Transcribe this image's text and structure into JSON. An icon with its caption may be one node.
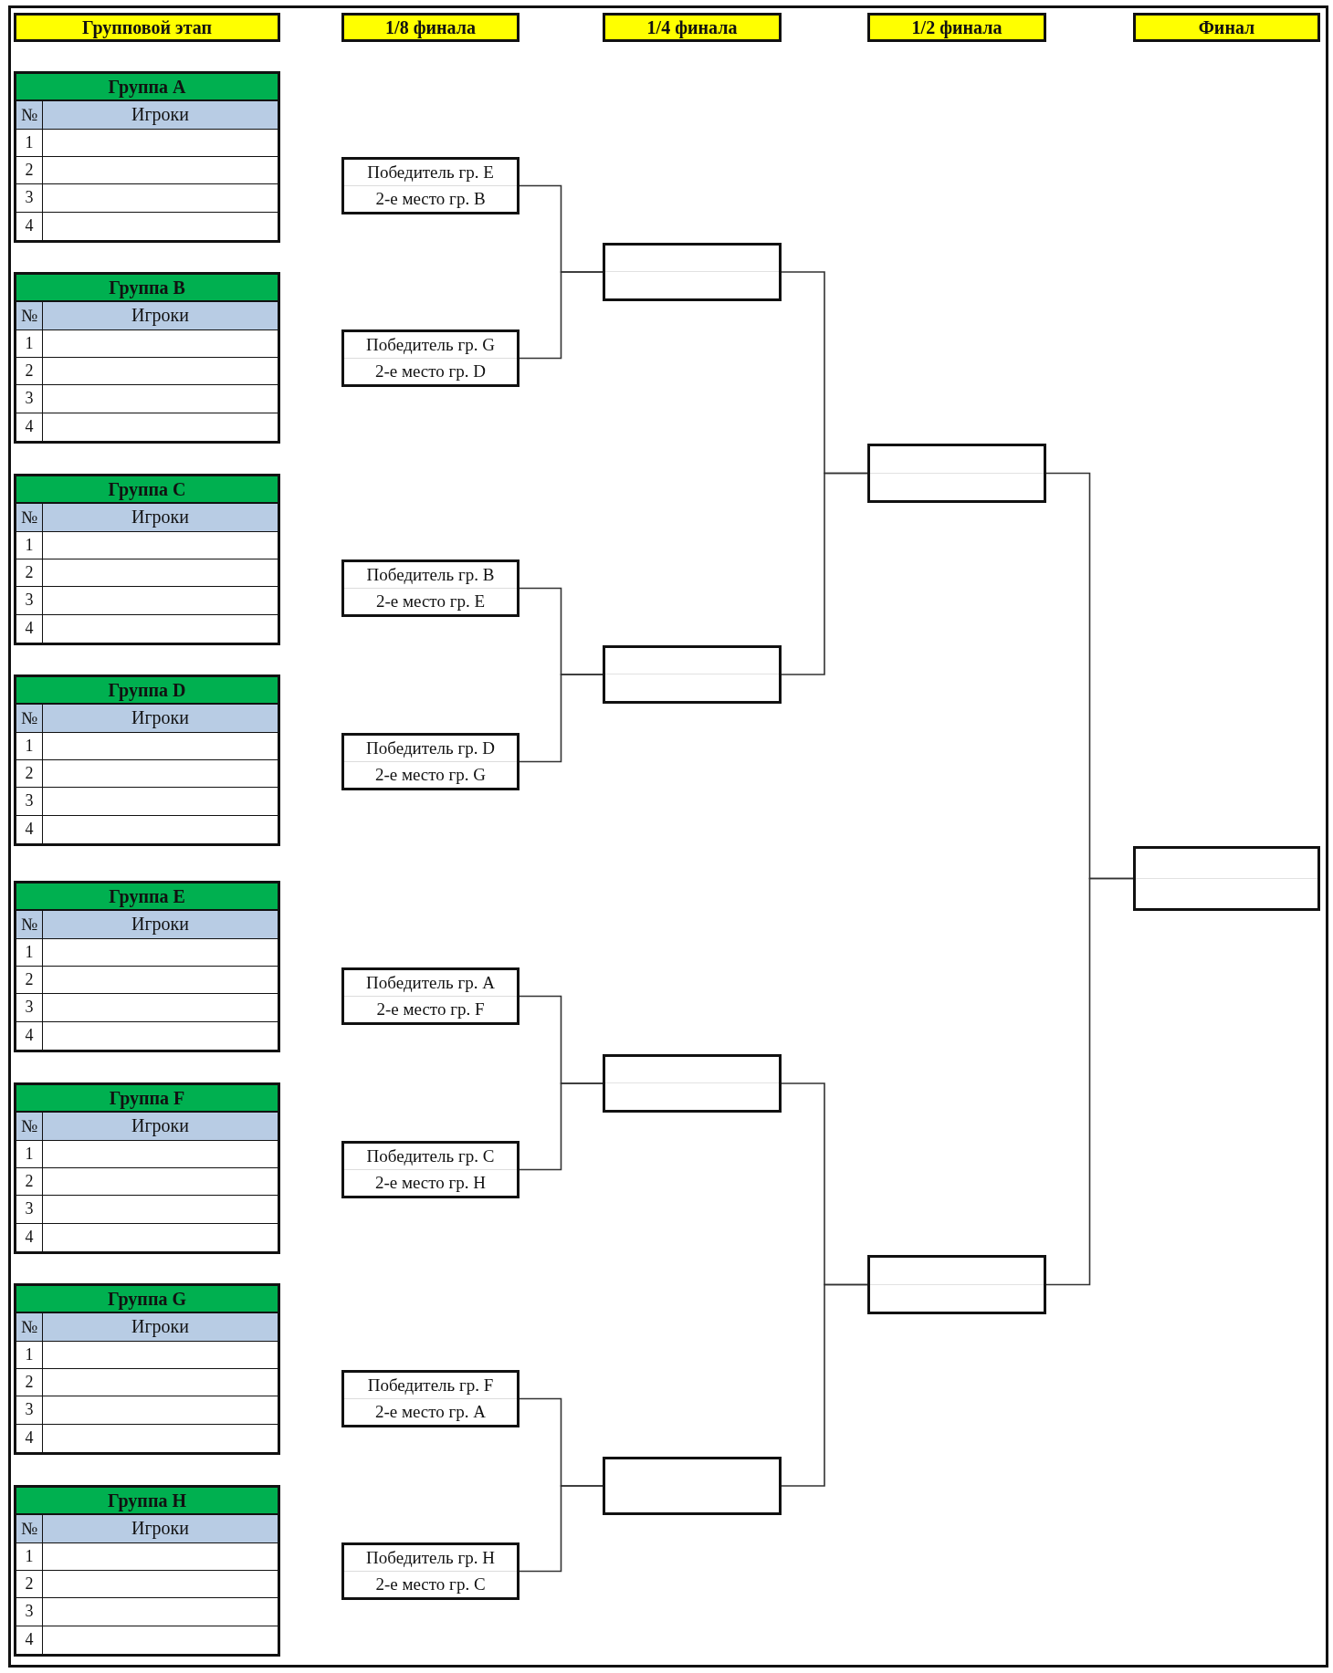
{
  "diagram": {
    "nodes": [
      {
        "text": [
          "Групповой этап"
        ]
      },
      {
        "text": [
          "1/8 финала"
        ]
      },
      {
        "text": [
          "1/4 финала"
        ]
      },
      {
        "text": [
          "1/2 финала"
        ]
      },
      {
        "text": [
          "Финал"
        ]
      },
      {
        "text": [
          "Группа A",
          "№",
          "Игроки",
          "1",
          "2",
          "3",
          "4"
        ]
      },
      {
        "text": [
          "Группа B",
          "№",
          "Игроки",
          "1",
          "2",
          "3",
          "4"
        ]
      },
      {
        "text": [
          "Группа C",
          "№",
          "Игроки",
          "1",
          "2",
          "3",
          "4"
        ]
      },
      {
        "text": [
          "Группа D",
          "№",
          "Игроки",
          "1",
          "2",
          "3",
          "4"
        ]
      },
      {
        "text": [
          "Группа E",
          "№",
          "Игроки",
          "1",
          "2",
          "3",
          "4"
        ]
      },
      {
        "text": [
          "Группа F",
          "№",
          "Игроки",
          "1",
          "2",
          "3",
          "4"
        ]
      },
      {
        "text": [
          "Группа G",
          "№",
          "Игроки",
          "1",
          "2",
          "3",
          "4"
        ]
      },
      {
        "text": [
          "Группа H",
          "№",
          "Игроки",
          "1",
          "2",
          "3",
          "4"
        ]
      },
      {
        "text": [
          "Победитель гр. E",
          "2-е место гр. B"
        ]
      },
      {
        "text": [
          "Победитель гр. G",
          "2-е место гр. D"
        ]
      },
      {
        "text": [
          "Победитель гр. B",
          "2-е место гр. E"
        ]
      },
      {
        "text": [
          "Победитель гр. D",
          "2-е место гр. G"
        ]
      },
      {
        "text": [
          "Победитель гр. A",
          "2-е место гр. F"
        ]
      },
      {
        "text": [
          "Победитель гр. C",
          "2-е место гр. H"
        ]
      },
      {
        "text": [
          "Победитель гр. F",
          "2-е место гр. A"
        ]
      },
      {
        "text": [
          "Победитель гр. H",
          "2-е место гр. C"
        ]
      },
      {
        "text": [],
        "shape": "box"
      },
      {
        "text": [],
        "shape": "box"
      },
      {
        "text": [],
        "shape": "box"
      },
      {
        "text": [],
        "shape": "box"
      },
      {
        "text": [],
        "shape": "box"
      },
      {
        "text": [],
        "shape": "box"
      },
      {
        "text": [],
        "shape": "box"
      }
    ],
    "edges": [
      {
        "from": 13,
        "to": 21,
        "arrow": "none"
      },
      {
        "from": 14,
        "to": 21,
        "arrow": "none"
      },
      {
        "from": 15,
        "to": 22,
        "arrow": "none"
      },
      {
        "from": 16,
        "to": 22,
        "arrow": "none"
      },
      {
        "from": 17,
        "to": 23,
        "arrow": "none"
      },
      {
        "from": 18,
        "to": 23,
        "arrow": "none"
      },
      {
        "from": 19,
        "to": 24,
        "arrow": "none"
      },
      {
        "from": 20,
        "to": 24,
        "arrow": "none"
      },
      {
        "from": 21,
        "to": 25,
        "arrow": "none"
      },
      {
        "from": 22,
        "to": 25,
        "arrow": "none"
      },
      {
        "from": 23,
        "to": 26,
        "arrow": "none"
      },
      {
        "from": 24,
        "to": 26,
        "arrow": "none"
      },
      {
        "from": 25,
        "to": 27,
        "arrow": "none"
      },
      {
        "from": 26,
        "to": 27,
        "arrow": "none"
      }
    ]
  }
}
